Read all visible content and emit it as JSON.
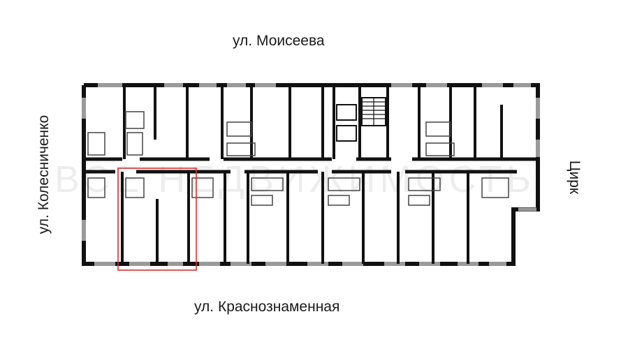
{
  "streets": {
    "top": "ул. Моисеева",
    "bottom": "ул. Краснознаменная",
    "left": "ул. Колесниченко",
    "right": "Цирк"
  },
  "watermark": "ВСЕ НЕДВИЖИМОСТЬ",
  "colors": {
    "wall": "#111111",
    "thin_wall": "#222222",
    "window": "#9a9a9a",
    "highlight": "#d9312b",
    "fixture": "#444444"
  },
  "highlighted_unit": "selected-apartment"
}
